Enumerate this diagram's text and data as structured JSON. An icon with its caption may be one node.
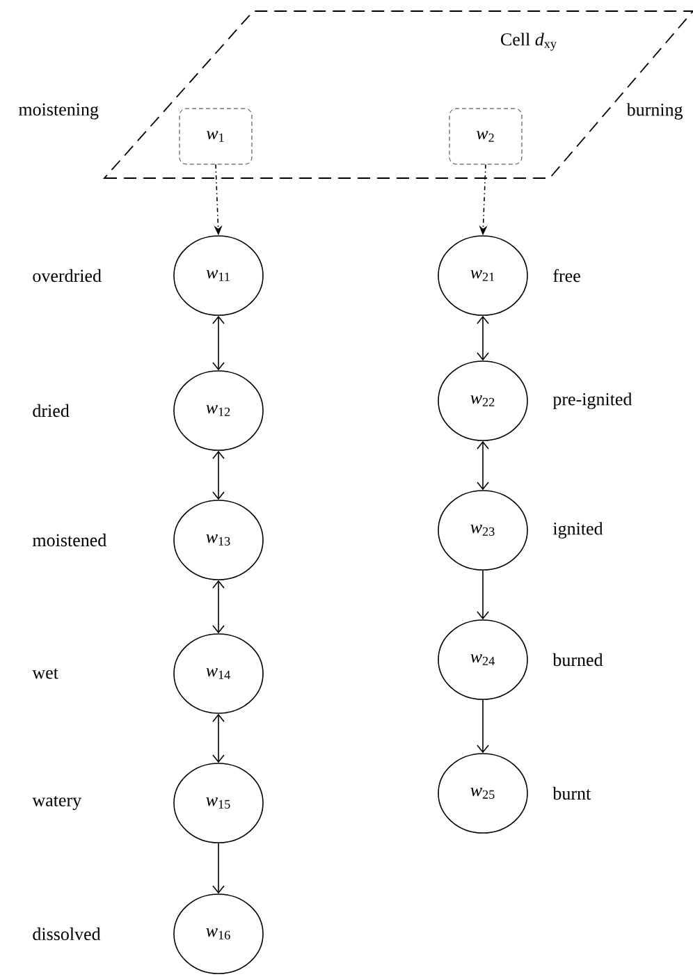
{
  "diagram": {
    "nodes": [
      {
        "text": [
          "Cell *d*$_{xy}$"
        ]
      },
      {
        "text": [
          "*w*$_{1}$"
        ],
        "in": 0
      },
      {
        "text": [
          "*w*$_{2}$"
        ],
        "in": 0
      },
      {
        "text": [
          "*w*$_{11}$"
        ]
      },
      {
        "text": [
          "*w*$_{12}$"
        ]
      },
      {
        "text": [
          "*w*$_{13}$"
        ]
      },
      {
        "text": [
          "*w*$_{14}$"
        ]
      },
      {
        "text": [
          "*w*$_{15}$"
        ]
      },
      {
        "text": [
          "*w*$_{16}$"
        ]
      },
      {
        "text": [
          "*w*$_{21}$"
        ]
      },
      {
        "text": [
          "*w*$_{22}$"
        ]
      },
      {
        "text": [
          "*w*$_{23}$"
        ]
      },
      {
        "text": [
          "*w*$_{24}$"
        ]
      },
      {
        "text": [
          "*w*$_{25}$"
        ]
      }
    ],
    "edges": [
      {
        "from": 1,
        "to": 3,
        "arrow": "to",
        "style": "dashed"
      },
      {
        "from": 2,
        "to": 9,
        "arrow": "to",
        "style": "dashed"
      },
      {
        "from": 3,
        "to": 4,
        "arrow": "both"
      },
      {
        "from": 4,
        "to": 5,
        "arrow": "both"
      },
      {
        "from": 5,
        "to": 6,
        "arrow": "both"
      },
      {
        "from": 6,
        "to": 7,
        "arrow": "both"
      },
      {
        "from": 7,
        "to": 8,
        "arrow": "to"
      },
      {
        "from": 9,
        "to": 10,
        "arrow": "both"
      },
      {
        "from": 10,
        "to": 11,
        "arrow": "both"
      },
      {
        "from": 11,
        "to": 12,
        "arrow": "to"
      },
      {
        "from": 12,
        "to": 13,
        "arrow": "to"
      }
    ],
    "labels": [
      "moistening",
      "burning",
      "overdried",
      "free",
      "dried",
      "pre-ignited",
      "moistened",
      "ignited",
      "wet",
      "burned",
      "watery",
      "burnt",
      "dissolved"
    ]
  }
}
